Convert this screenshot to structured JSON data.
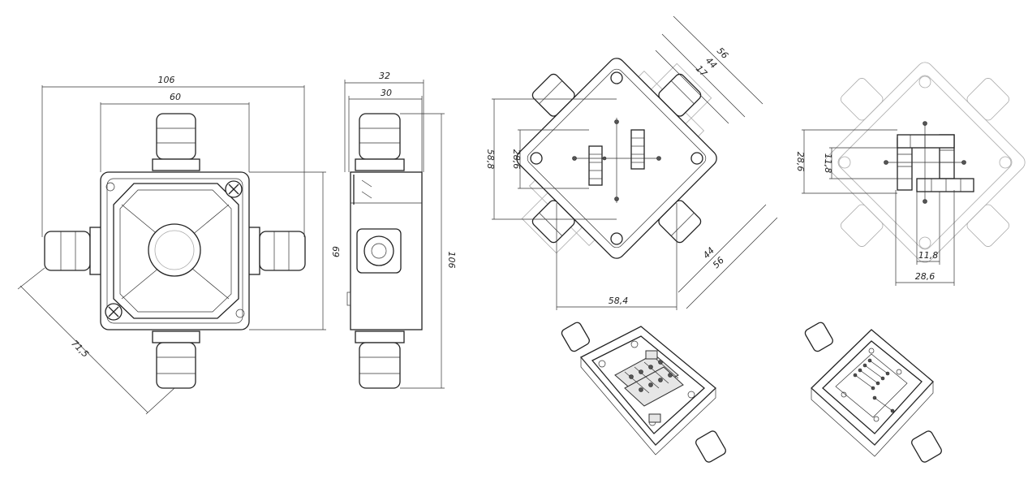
{
  "front_view": {
    "dim_overall_width": "106",
    "dim_body_width": "60",
    "dim_body_height": "69",
    "dim_diagonal": "71,5"
  },
  "side_view": {
    "dim_top_outer": "32",
    "dim_top_inner": "30",
    "dim_height": "106"
  },
  "dimension_view": {
    "dim_left_outer": "58,8",
    "dim_left_inner": "28,6",
    "dim_bottom": "58,4",
    "dim_diag_top_outer": "56",
    "dim_diag_top_mid": "44",
    "dim_diag_top_inner": "17",
    "dim_diag_bottom_inner": "44",
    "dim_diag_bottom_outer": "56"
  },
  "terminal_view": {
    "dim_left_outer": "28,6",
    "dim_left_inner": "11,8",
    "dim_bottom_inner": "11,8",
    "dim_bottom_outer": "28,6"
  }
}
